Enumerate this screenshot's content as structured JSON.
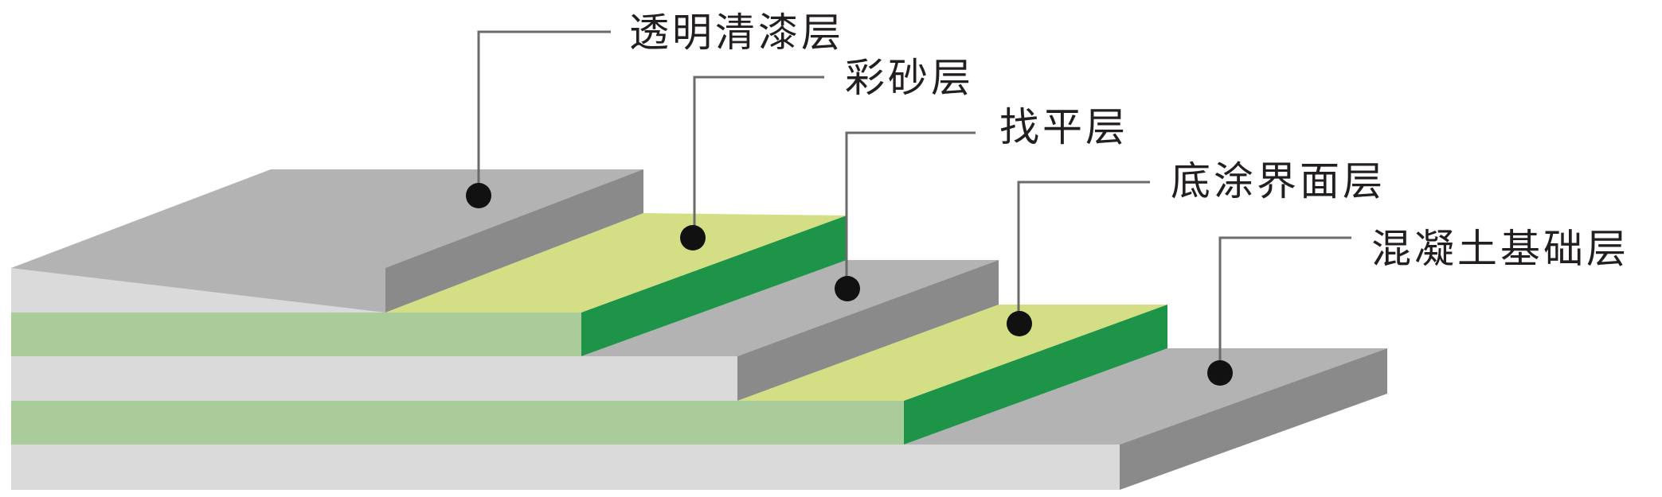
{
  "labels": [
    {
      "id": "clear-coat",
      "text": "透明清漆层"
    },
    {
      "id": "colored-sand",
      "text": "彩砂层"
    },
    {
      "id": "leveling",
      "text": "找平层"
    },
    {
      "id": "primer",
      "text": "底涂界面层"
    },
    {
      "id": "concrete",
      "text": "混凝土基础层"
    }
  ],
  "colors": {
    "front_light_gray": "#dadada",
    "front_light_green": "#a9cc9a",
    "top_gray": "#b3b3b3",
    "side_dark_gray": "#8a8a8a",
    "top_yellow_green": "#d4df85",
    "side_green": "#1e9448",
    "leader_line": "#6b6b6b",
    "marker": "#111111",
    "text": "#231f20"
  }
}
